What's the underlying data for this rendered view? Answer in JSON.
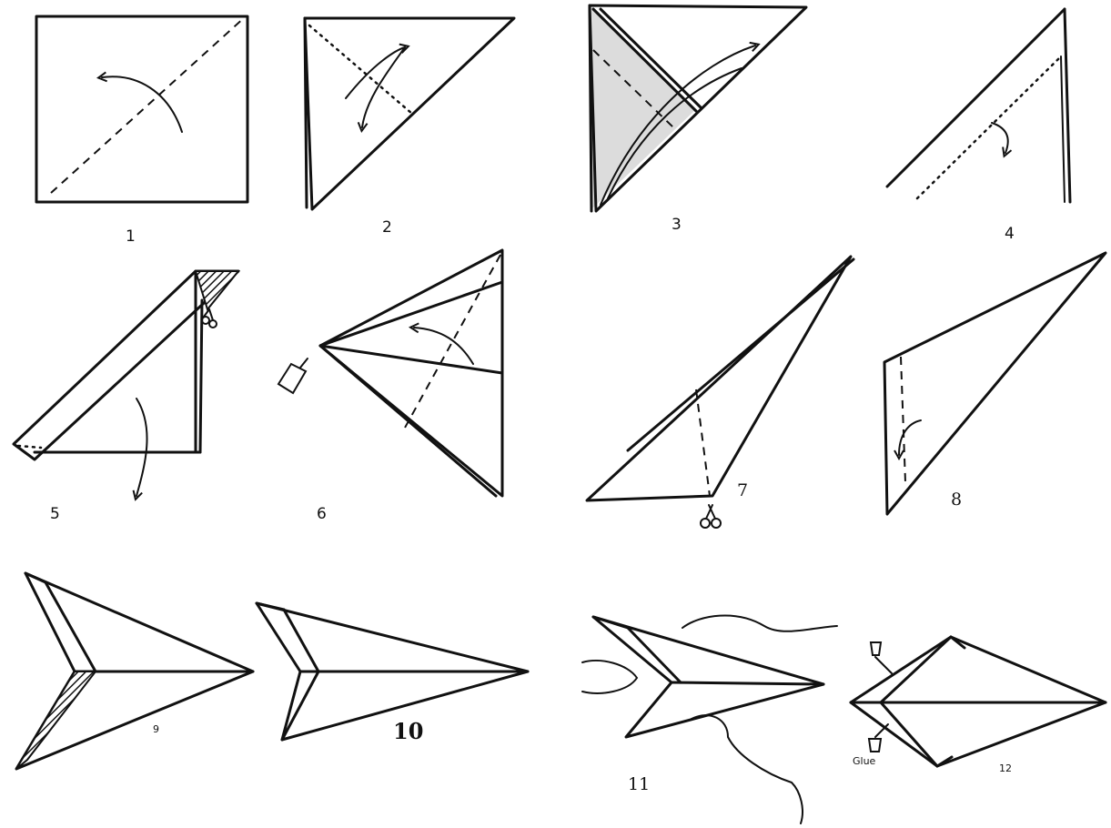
{
  "steps": [
    {
      "label": "1"
    },
    {
      "label": "2"
    },
    {
      "label": "3"
    },
    {
      "label": "4"
    },
    {
      "label": "5"
    },
    {
      "label": "6"
    },
    {
      "label": "7"
    },
    {
      "label": "8"
    },
    {
      "label": "9"
    },
    {
      "label": "10"
    },
    {
      "label": "11"
    },
    {
      "label": "12"
    }
  ],
  "annotations": {
    "glue": "Glue"
  },
  "icons": [
    "curved-arrow-icon",
    "scissors-icon",
    "glue-tube-icon",
    "hand-icon"
  ],
  "colors": {
    "ink": "#111111",
    "paper": "#ffffff",
    "shading": "#dcdcdc"
  }
}
